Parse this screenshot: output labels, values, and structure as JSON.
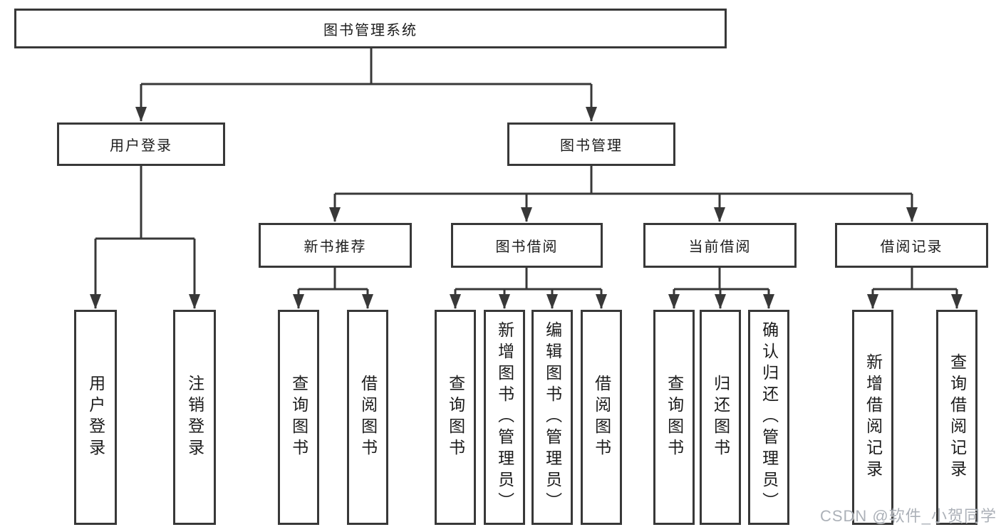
{
  "diagram": {
    "type": "tree-diagram",
    "root": {
      "label": "图书管理系统"
    },
    "level2": [
      {
        "label": "用户登录"
      },
      {
        "label": "图书管理"
      }
    ],
    "level3": [
      {
        "label": "新书推荐",
        "parent": "图书管理"
      },
      {
        "label": "图书借阅",
        "parent": "图书管理"
      },
      {
        "label": "当前借阅",
        "parent": "图书管理"
      },
      {
        "label": "借阅记录",
        "parent": "图书管理"
      }
    ],
    "leaves": [
      {
        "label": "用户登录",
        "parent": "用户登录"
      },
      {
        "label": "注销登录",
        "parent": "用户登录"
      },
      {
        "label": "查询图书",
        "parent": "新书推荐"
      },
      {
        "label": "借阅图书",
        "parent": "新书推荐"
      },
      {
        "label": "查询图书",
        "parent": "图书借阅"
      },
      {
        "label": "新增图书（管理员）",
        "parent": "图书借阅"
      },
      {
        "label": "编辑图书（管理员）",
        "parent": "图书借阅"
      },
      {
        "label": "借阅图书",
        "parent": "图书借阅"
      },
      {
        "label": "查询图书",
        "parent": "当前借阅"
      },
      {
        "label": "归还图书",
        "parent": "当前借阅"
      },
      {
        "label": "确认归还（管理员）",
        "parent": "当前借阅"
      },
      {
        "label": "新增借阅记录",
        "parent": "借阅记录"
      },
      {
        "label": "查询借阅记录",
        "parent": "借阅记录"
      }
    ],
    "line_color": "#383838",
    "box_background": "#ffffff",
    "text_color": "#1c1c1c"
  },
  "watermark": {
    "text": "CSDN @软件_小贺同学",
    "color": "#9ea3ab"
  }
}
